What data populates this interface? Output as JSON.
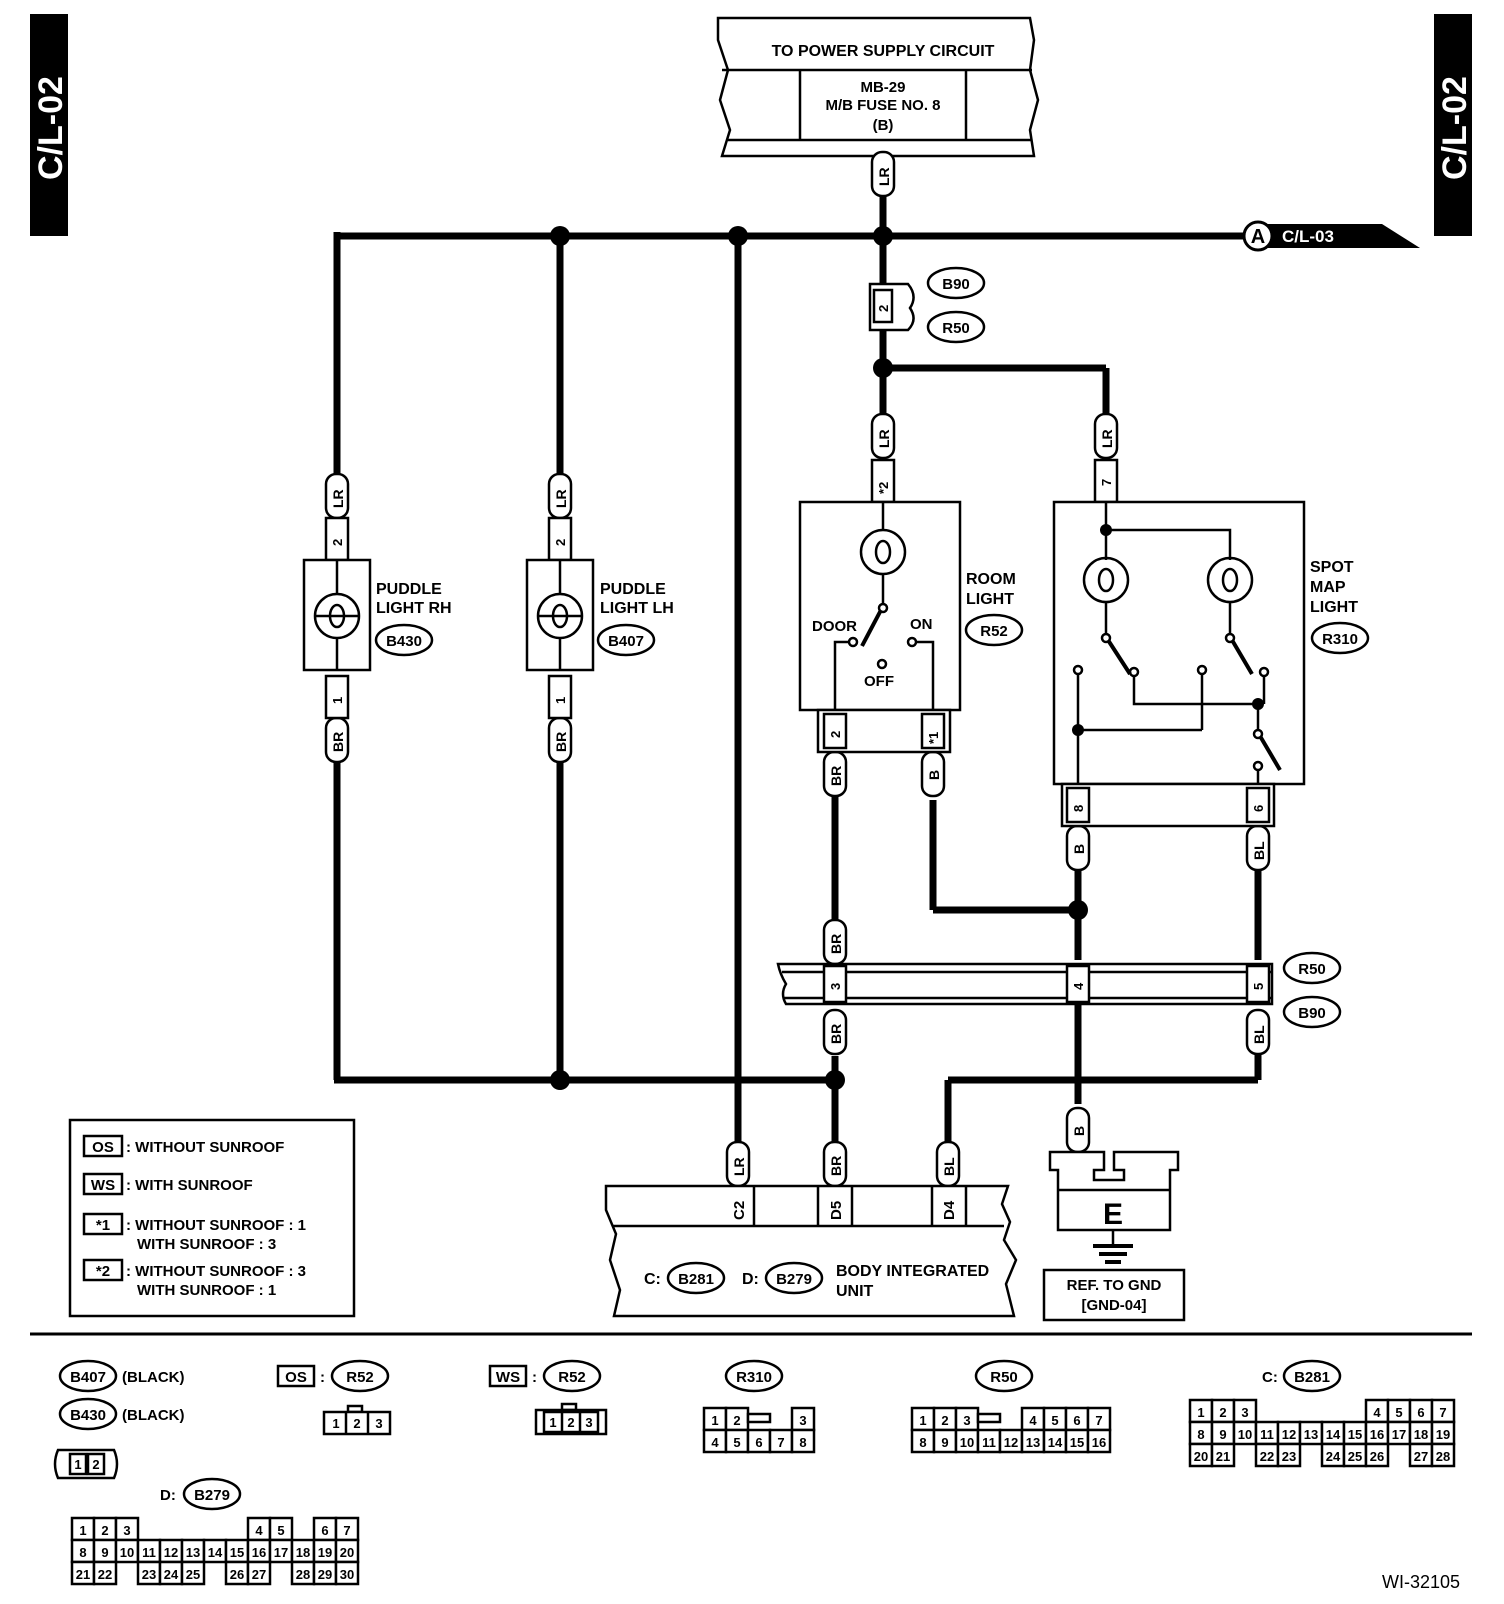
{
  "page_tag": "C/L-02",
  "supply": {
    "title": "TO POWER SUPPLY CIRCUIT",
    "line1": "MB-29",
    "line2": "M/B FUSE NO. 8",
    "line3": "(B)"
  },
  "offpage": {
    "letter": "A",
    "ref": "C/L-03"
  },
  "wire_colors": {
    "lr": "LR",
    "br": "BR",
    "b": "B",
    "bl": "BL"
  },
  "connectors": {
    "b90": "B90",
    "r50": "R50",
    "b430": "B430",
    "b407": "B407",
    "r52": "R52",
    "r310": "R310",
    "b281": "B281",
    "b279": "B279"
  },
  "pins": {
    "p1": "1",
    "p2": "2",
    "p3": "3",
    "p4": "4",
    "p5": "5",
    "p6": "6",
    "p7": "7",
    "p8": "8",
    "star1": "*1",
    "star2": "*2",
    "c2": "C2",
    "d5": "D5",
    "d4": "D4"
  },
  "components": {
    "puddle_rh": {
      "line1": "PUDDLE",
      "line2": "LIGHT RH"
    },
    "puddle_lh": {
      "line1": "PUDDLE",
      "line2": "LIGHT LH"
    },
    "room": {
      "line1": "ROOM",
      "line2": "LIGHT",
      "door": "DOOR",
      "on": "ON",
      "off": "OFF"
    },
    "spot": {
      "line1": "SPOT",
      "line2": "MAP",
      "line3": "LIGHT"
    },
    "biu": {
      "c_label": "C:",
      "d_label": "D:",
      "line1": "BODY INTEGRATED",
      "line2": "UNIT"
    },
    "ground": {
      "symbol": "E",
      "line1": "REF. TO GND",
      "line2": "[GND-04]"
    }
  },
  "legend": [
    {
      "code": "OS",
      "text": ": WITHOUT SUNROOF"
    },
    {
      "code": "WS",
      "text": ": WITH SUNROOF"
    },
    {
      "code": "*1",
      "text": ": WITHOUT SUNROOF  : 1",
      "text2": "WITH SUNROOF  : 3"
    },
    {
      "code": "*2",
      "text": ": WITHOUT SUNROOF  : 3",
      "text2": "WITH SUNROOF  : 1"
    }
  ],
  "views": {
    "b407_color": "(BLACK)",
    "b430_color": "(BLACK)",
    "os": "OS",
    "ws": "WS",
    "colon": ":",
    "c_prefix": "C:",
    "d_prefix": "D:"
  },
  "figure_id": "WI-32105"
}
